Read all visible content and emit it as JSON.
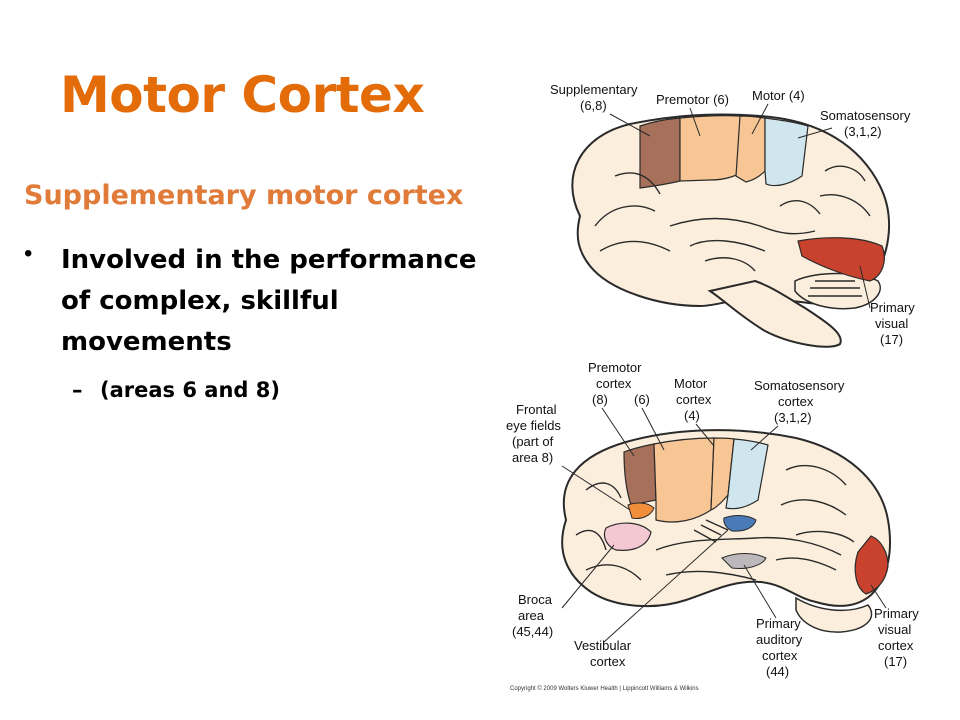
{
  "slide": {
    "title": "Motor Cortex",
    "subtitle": "Supplementary motor cortex",
    "bullet": "Involved in the performance of complex, skillful movements",
    "sub_bullet": "(areas 6 and 8)"
  },
  "figure_top": {
    "labels": {
      "supplementary": "Supplementary",
      "supplementary_areas": "(6,8)",
      "premotor": "Premotor (6)",
      "motor": "Motor (4)",
      "somatosensory": "Somatosensory",
      "somatosensory_areas": "(3,1,2)",
      "primary": "Primary",
      "visual": "visual",
      "visual_area": "(17)"
    }
  },
  "figure_bottom": {
    "labels": {
      "premotor": "Premotor",
      "cortex": "cortex",
      "area8": "(8)",
      "area6": "(6)",
      "motor": "Motor",
      "motor_cortex": "cortex",
      "motor_area": "(4)",
      "somatosensory": "Somatosensory",
      "somatosensory_cortex": "cortex",
      "somatosensory_areas": "(3,1,2)",
      "frontal": "Frontal",
      "eye_fields": "eye fields",
      "part_of": "(part of",
      "area_8": "area 8)",
      "broca": "Broca",
      "broca_area": "area",
      "broca_areas": "(45,44)",
      "vestibular": "Vestibular",
      "vestibular_cortex": "cortex",
      "primary_auditory": "Primary",
      "auditory": "auditory",
      "auditory_cortex": "cortex",
      "auditory_area": "(44)",
      "primary_visual": "Primary",
      "visual": "visual",
      "visual_cortex": "cortex",
      "visual_area": "(17)"
    },
    "copyright": "Copyright © 2009 Wolters Kluwer Health | Lippincott Williams & Wilkins"
  },
  "colors": {
    "title": "#e36c09",
    "subtitle": "#e07b39",
    "brain_fill": "#fbeedc",
    "supplementary": "#a7705a",
    "premotor": "#f7c694",
    "somatosensory": "#cfe6ef",
    "visual": "#c8422e",
    "broca": "#f4c8d2",
    "vestibular": "#4a7ab8",
    "auditory": "#bdb8bc"
  }
}
